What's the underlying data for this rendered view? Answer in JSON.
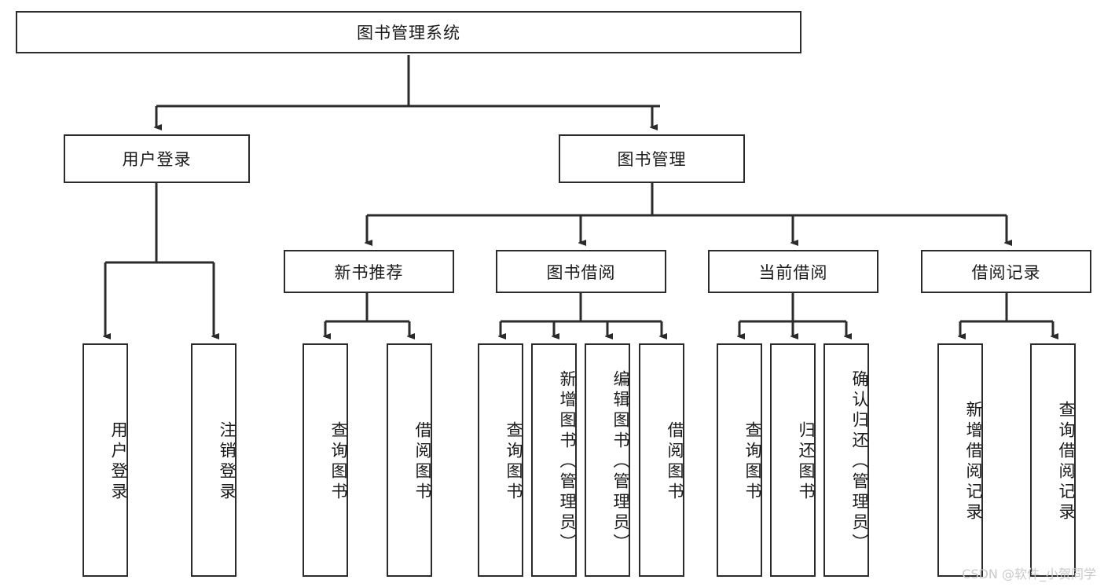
{
  "diagram": {
    "type": "tree-hierarchy-chart",
    "title": "图书管理系统",
    "colors": {
      "box_border": "#2b2b2b",
      "box_fill": "#ffffff",
      "connector": "#2b2b2b",
      "text": "#1a1a1a",
      "watermark": "#c9c9c9",
      "background": "#ffffff"
    },
    "root": {
      "label": "图书管理系统"
    },
    "level2": [
      {
        "label": "用户登录"
      },
      {
        "label": "图书管理"
      }
    ],
    "level3": [
      {
        "label": "新书推荐"
      },
      {
        "label": "图书借阅"
      },
      {
        "label": "当前借阅"
      },
      {
        "label": "借阅记录"
      }
    ],
    "leaves": {
      "user_login": [
        {
          "label": "用户登录"
        },
        {
          "label": "注销登录"
        }
      ],
      "new_book_recommend": [
        {
          "label": "查询图书"
        },
        {
          "label": "借阅图书"
        }
      ],
      "book_borrow": [
        {
          "label": "查询图书"
        },
        {
          "label": "新增图书（管理员）"
        },
        {
          "label": "编辑图书（管理员）"
        },
        {
          "label": "借阅图书"
        }
      ],
      "current_borrow": [
        {
          "label": "查询图书"
        },
        {
          "label": "归还图书"
        },
        {
          "label": "确认归还（管理员）"
        }
      ],
      "borrow_records": [
        {
          "label": "新增借阅记录"
        },
        {
          "label": "查询借阅记录"
        }
      ]
    }
  },
  "watermark": {
    "text": "CSDN @软件_小贺同学"
  }
}
